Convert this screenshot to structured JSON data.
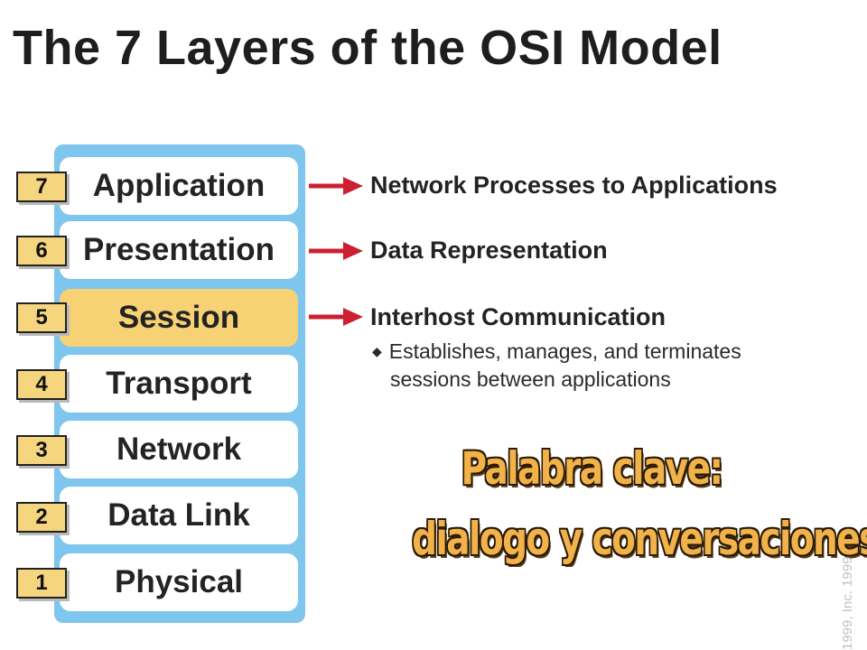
{
  "title": "The 7 Layers of the OSI Model",
  "layers": [
    {
      "num": "7",
      "name": "Application"
    },
    {
      "num": "6",
      "name": "Presentation"
    },
    {
      "num": "5",
      "name": "Session"
    },
    {
      "num": "4",
      "name": "Transport"
    },
    {
      "num": "3",
      "name": "Network"
    },
    {
      "num": "2",
      "name": "Data Link"
    },
    {
      "num": "1",
      "name": "Physical"
    }
  ],
  "highlighted_layer": "Session",
  "descriptions": [
    {
      "layer": "Application",
      "text": "Network Processes to Applications"
    },
    {
      "layer": "Presentation",
      "text": "Data Representation"
    },
    {
      "layer": "Session",
      "text": "Interhost Communication"
    }
  ],
  "session_bullet": {
    "line1": "Establishes, manages, and terminates",
    "line2": "sessions between applications"
  },
  "keyword": {
    "line1": "Palabra clave:",
    "line2": "dialogo y conversaciones"
  },
  "side_note": "1999, Inc. 1999",
  "colors": {
    "stack_blue": "#7ec6ee",
    "highlight": "#f7d274",
    "number_box": "#f5d57e",
    "arrow": "#cc1f2f",
    "keyword_fill": "#f2b24a"
  }
}
